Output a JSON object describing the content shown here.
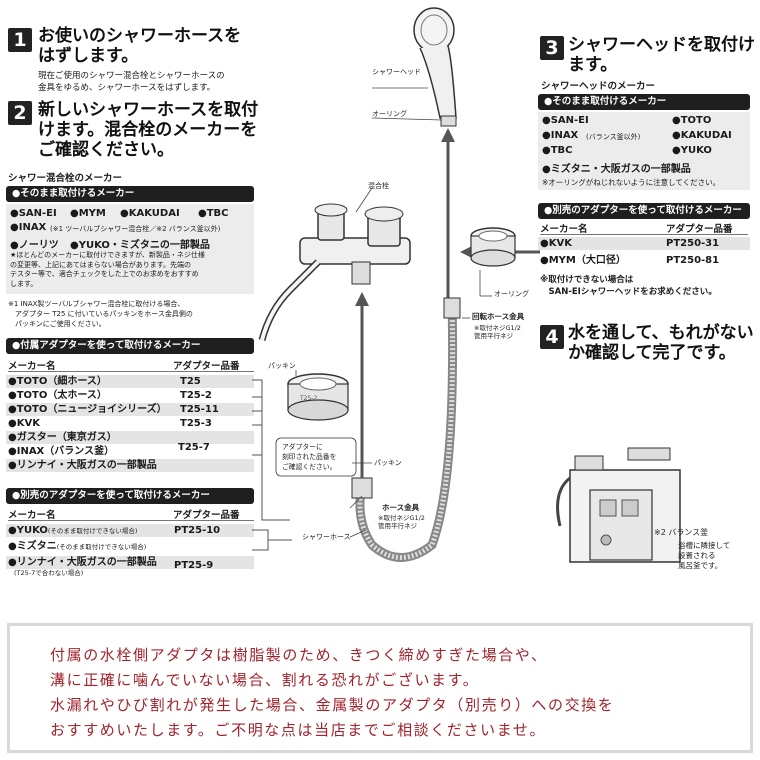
{
  "step1": {
    "num": "1",
    "title": "お使いのシャワーホースを\nはずします。",
    "desc": "現在ご使用のシャワー混合栓とシャワーホースの\n金具をゆるめ、シャワーホースをはずします。"
  },
  "step2": {
    "num": "2",
    "title": "新しいシャワーホースを取付\nけます。混合栓のメーカーを\nご確認ください。",
    "subheading": "シャワー混合栓のメーカー",
    "direct_bar": "●そのまま取付けるメーカー",
    "direct_makers": {
      "saneii": "●SAN-EI",
      "mym": "●MYM",
      "kakudai": "●KAKUDAI",
      "tbc": "●TBC",
      "inax": "●INAX",
      "inax_sub": "(※1 ツーバルブシャワー混合栓／※2 バランス釜以外)",
      "noritz": "●ノーリツ",
      "yuko_line": "●YUKO・ミズタニの一部製品"
    },
    "direct_note": "★ほとんどのメーカーに取付けできますが、新製品・ネジ仕様\nの変更等、上記にあてはまらない場合があります。先端の\nテスター等で、適合チェックをした上でのお求めをおすすめ\nします。",
    "footnote1": "※1 INAX製ツーバルブシャワー混合栓に取付ける場合、\n　アダプター T25 に付いているパッキンをホース金具側の\n　パッキンにご使用ください。",
    "included_bar": "●付属アダプターを使って取付けるメーカー",
    "col_maker": "メーカー名",
    "col_part": "アダプター品番",
    "included_rows": [
      {
        "maker": "●TOTO（細ホース）",
        "part": "T25"
      },
      {
        "maker": "●TOTO（太ホース）",
        "part": "T25-2"
      },
      {
        "maker": "●TOTO（ニュージョイシリーズ）",
        "part": "T25-11"
      },
      {
        "maker": "●KVK",
        "part": "T25-3"
      },
      {
        "maker": "●ガスター（東京ガス）",
        "part": ""
      },
      {
        "maker": "●INAX（バランス釜）",
        "part": "T25-7"
      },
      {
        "maker": "●リンナイ・大阪ガスの一部製品",
        "part": ""
      }
    ],
    "separate_bar": "●別売のアダプターを使って取付けるメーカー",
    "separate_rows": [
      {
        "maker": "●YUKO",
        "sub": "(そのまま取付けできない場合)",
        "part": "PT25-10"
      },
      {
        "maker": "●ミズタニ",
        "sub": "(そのまま取付けできない場合)",
        "part": ""
      },
      {
        "maker": "●リンナイ・大阪ガスの一部製品",
        "sub": "(T25-7で合わない場合)",
        "part": "PT25-9"
      }
    ]
  },
  "step3": {
    "num": "3",
    "title": "シャワーヘッドを取付け\nます。",
    "subheading": "シャワーヘッドのメーカー",
    "direct_bar": "●そのまま取付けるメーカー",
    "makers": {
      "saneii": "●SAN-EI",
      "toto": "●TOTO",
      "inax": "●INAX",
      "inax_sub": "(バランス釜以外)",
      "kakudai": "●KAKUDAI",
      "tbc": "●TBC",
      "yuko": "●YUKO",
      "mizutani": "●ミズタニ・大阪ガスの一部製品"
    },
    "oring_note": "※オーリングがねじれないように注意してください。",
    "separate_bar": "●別売のアダプターを使って取付けるメーカー",
    "col_maker": "メーカー名",
    "col_part": "アダプター品番",
    "separate_rows": [
      {
        "maker": "●KVK",
        "part": "PT250-31"
      },
      {
        "maker": "●MYM（大口径）",
        "part": "PT250-81"
      }
    ],
    "cannot_note": "※取付けできない場合は\n　SAN-EIシャワーヘッドをお求めください。"
  },
  "step4": {
    "num": "4",
    "title": "水を通して、もれがない\nか確認して完了です。"
  },
  "labels": {
    "shower_head": "シャワーヘッド",
    "o_ring_top": "オーリング",
    "mixer": "混合栓",
    "o_ring_right": "オーリング",
    "rotating_fitting": "回転ホース金具",
    "rotating_fitting_sub": "※取付ネジG1/2\n管用平行ネジ",
    "packing_left": "パッキン",
    "adapter_note": "アダプターに\n刻印された品番を\nご確認ください。",
    "packing_mid": "パッキン",
    "hose_fitting": "ホース金具",
    "hose_fitting_sub": "※取付ネジG1/2\n管用平行ネジ",
    "shower_hose": "シャワーホース",
    "balance_note": "※2 バランス釜",
    "balance_desc": "浴槽に隣接して\n設置される\n風呂釜です。",
    "adapter_mark": "T25-2"
  },
  "notice": {
    "line1": "付属の水栓側アダプタは樹脂製のため、きつく締めすぎた場合や、",
    "line2": "溝に正確に噛んでいない場合、割れる恐れがございます。",
    "line3": "水漏れやひび割れが発生した場合、金属製のアダプタ（別売り）への交換を",
    "line4": "おすすめいたします。ご不明な点は当店までご相談くださいませ。"
  }
}
